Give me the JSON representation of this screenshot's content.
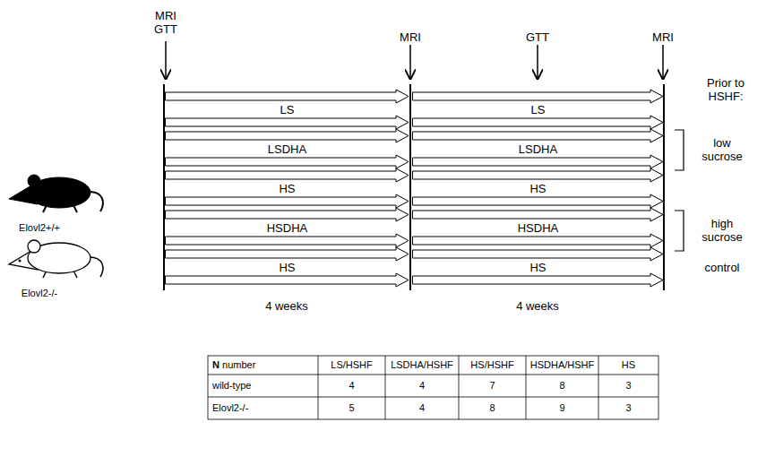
{
  "diagram": {
    "nodes": [
      {
        "text": [
          "LS"
        ]
      },
      {
        "text": [
          "LS"
        ]
      },
      {
        "text": [
          "LSDHA"
        ]
      },
      {
        "text": [
          "LSDHA"
        ]
      },
      {
        "text": [
          "HS"
        ]
      },
      {
        "text": [
          "HS"
        ]
      },
      {
        "text": [
          "HSDHA"
        ]
      },
      {
        "text": [
          "HSDHA"
        ]
      },
      {
        "text": [
          "HS"
        ]
      },
      {
        "text": [
          "HS"
        ]
      }
    ],
    "labels": [
      "MRI",
      "GTT",
      "MRI",
      "GTT",
      "MRI",
      "Prior to HSHF:",
      "low sucrose",
      "high sucrose",
      "control",
      "4 weeks",
      "4 weeks",
      "Elovl2+/+",
      "Elovl2-/-",
      "N number",
      "LS/HSHF",
      "LSDHA/HSHF",
      "HS/HSHF",
      "HSDHA/HSHF",
      "HS",
      "wild-type",
      "4",
      "4",
      "7",
      "8",
      "3",
      "Elovl2-/-",
      "5",
      "4",
      "8",
      "9",
      "3"
    ]
  }
}
